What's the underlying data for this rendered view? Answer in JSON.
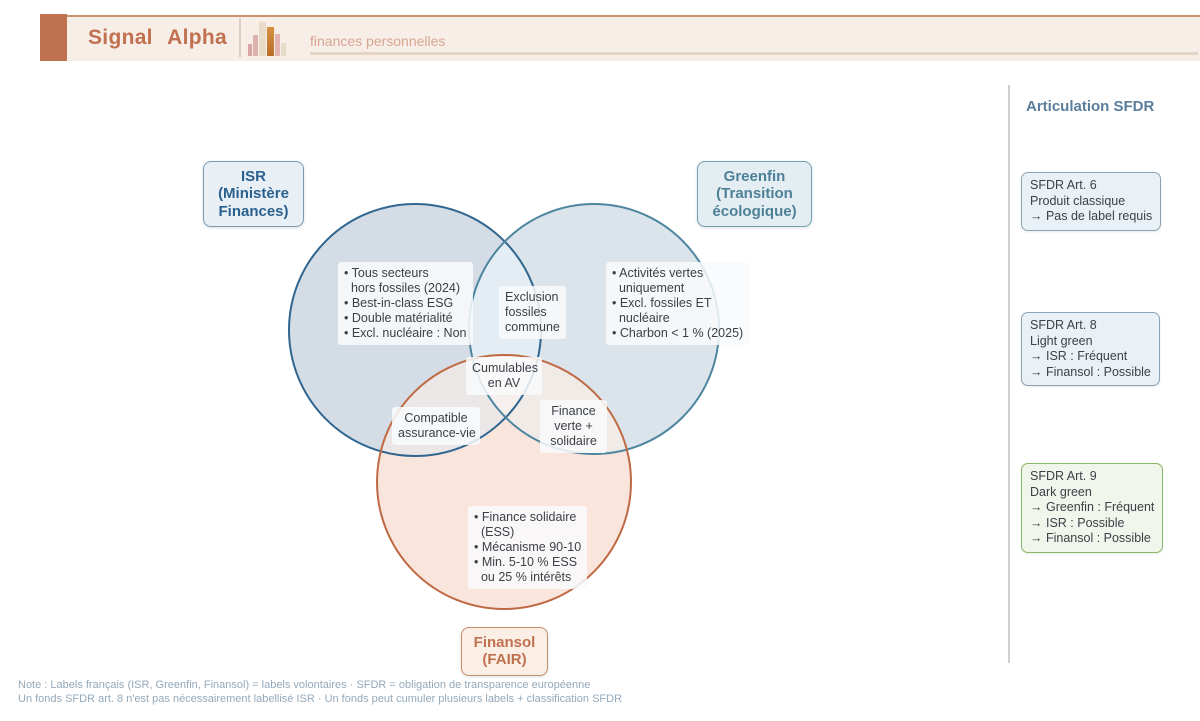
{
  "header": {
    "brand": "Signal Alpha",
    "logo_icon": "bar-chart-icon",
    "subtitle": "finances personnelles"
  },
  "venn": {
    "isr": {
      "label_lines": [
        "ISR",
        "(Ministère",
        "Finances)"
      ],
      "bullets": [
        "• Tous secteurs",
        "  hors fossiles (2024)",
        "• Best-in-class ESG",
        "• Double matérialité",
        "• Excl. nucléaire : Non"
      ]
    },
    "greenfin": {
      "label_lines": [
        "Greenfin",
        "(Transition",
        "écologique)"
      ],
      "bullets": [
        "• Activités vertes",
        "  uniquement",
        "• Excl. fossiles ET",
        "  nucléaire",
        "• Charbon < 1 % (2025)"
      ]
    },
    "finansol": {
      "label_lines": [
        "Finansol",
        "(FAIR)"
      ],
      "bullets": [
        "• Finance solidaire",
        "  (ESS)",
        "• Mécanisme 90-10",
        "• Min. 5-10 % ESS",
        "  ou 25 % intérêts"
      ]
    },
    "overlaps": {
      "isr_greenfin": [
        "Exclusion",
        "fossiles",
        "commune"
      ],
      "center": [
        "Cumulables",
        "en AV"
      ],
      "isr_finansol": [
        "Compatible",
        "assurance-vie"
      ],
      "greenfin_finansol": [
        "Finance",
        "verte +",
        "solidaire"
      ]
    }
  },
  "sidebar": {
    "title": "Articulation SFDR",
    "boxes": [
      {
        "id": "sfdr-art-6",
        "lines": [
          "SFDR Art. 6",
          "Produit classique",
          "→ Pas de label requis"
        ]
      },
      {
        "id": "sfdr-art-8",
        "lines": [
          "SFDR Art. 8",
          "Light green",
          "→ ISR : Fréquent",
          "→ Finansol : Possible"
        ]
      },
      {
        "id": "sfdr-art-9",
        "lines": [
          "SFDR Art. 9",
          "Dark green",
          "→ Greenfin : Fréquent",
          "→ ISR : Possible",
          "→ Finansol : Possible"
        ]
      }
    ]
  },
  "notes": {
    "line1": "Note : Labels français (ISR, Greenfin, Finansol) = labels volontaires · SFDR = obligation de transparence européenne",
    "line2": "Un fonds SFDR art. 8 n'est pas nécessairement labellisé ISR · Un fonds peut cumuler plusieurs labels + classification SFDR"
  },
  "colors": {
    "accent_terracotta": "#c0714f",
    "header_bg": "#f8eee8",
    "isr_stroke": "#30668f",
    "isr_fill": "#d4dce5",
    "isr_text": "#2b618e",
    "greenfin_stroke": "#4e86a0",
    "greenfin_fill": "#dae4ea",
    "greenfin_text": "#4d8097",
    "finansol_stroke": "#bf6a45",
    "finansol_fill": "#f9e5db",
    "finansol_text": "#c0714f",
    "lens_isr_greenfin": "#e4edf3",
    "lens_isr_finansol": "#ebe7e7",
    "lens_greenfin_finansol": "#f0ebe7",
    "lens_center": "#f5f0ed",
    "sidebar_title": "#5a7d9b",
    "sfdr_box_border": "#8ba2b4",
    "sfdr9_box_border": "#87ba66",
    "note_text": "#94a9bb"
  }
}
